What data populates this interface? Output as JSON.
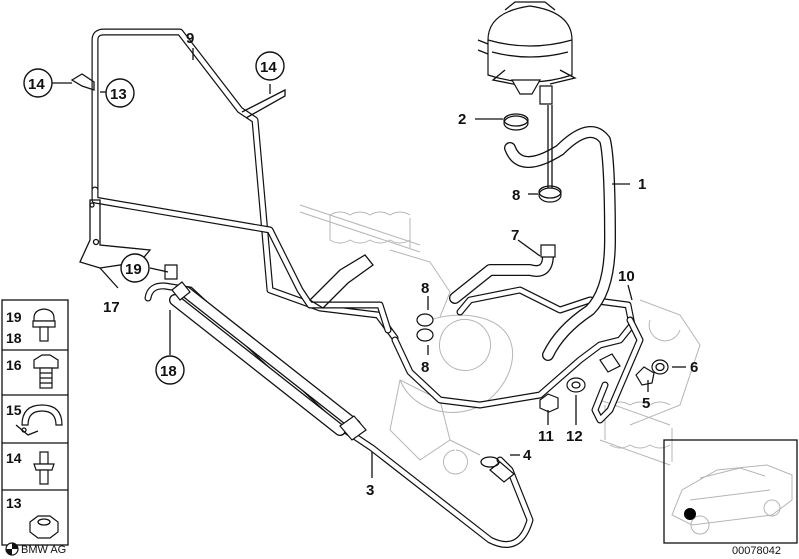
{
  "callouts": {
    "c1": "1",
    "c2": "2",
    "c3": "3",
    "c4": "4",
    "c5": "5",
    "c6": "6",
    "c7": "7",
    "c8a": "8",
    "c8b": "8",
    "c8c": "8",
    "c9": "9",
    "c10": "10",
    "c11": "11",
    "c12": "12",
    "c13": "13",
    "c14a": "14",
    "c14b": "14",
    "c17": "17",
    "c18": "18",
    "c19": "19"
  },
  "legend": {
    "row1_top": "19",
    "row1_bottom": "18",
    "row2": "16",
    "row3": "15",
    "row4": "14",
    "row5": "13"
  },
  "footer": {
    "brand": "BMW AG",
    "diagram_number": "00078042"
  },
  "colors": {
    "line": "#111111",
    "ghost": "#b5b5b5",
    "background": "#ffffff"
  }
}
